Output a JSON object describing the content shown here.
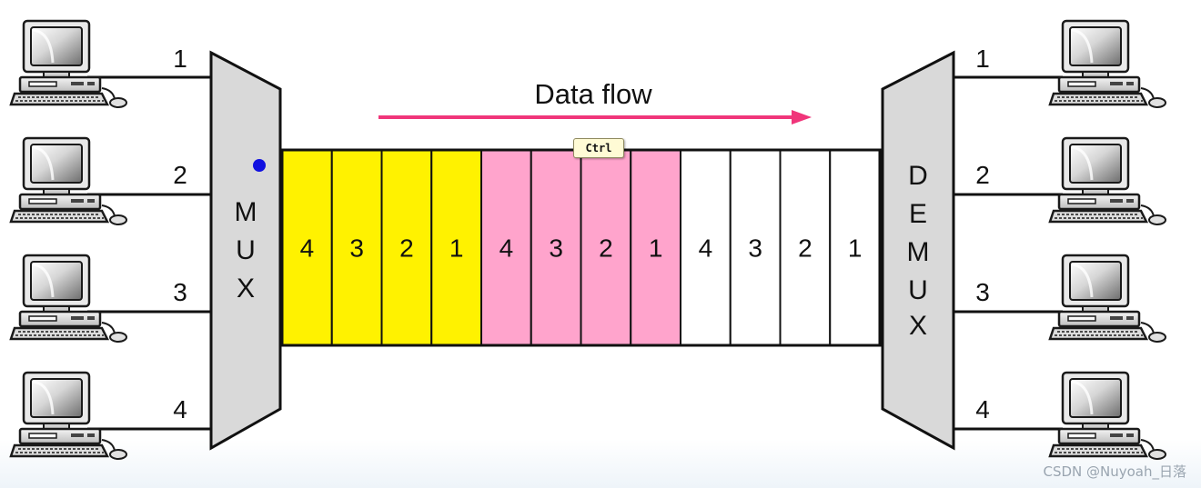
{
  "mux": {
    "letters": [
      "M",
      "U",
      "X"
    ]
  },
  "demux": {
    "letters": [
      "D",
      "E",
      "M",
      "U",
      "X"
    ]
  },
  "input_lines": [
    "1",
    "2",
    "3",
    "4"
  ],
  "output_lines": [
    "1",
    "2",
    "3",
    "4"
  ],
  "flow": {
    "label": "Data flow",
    "arrow_color": "#f0357a"
  },
  "frames": [
    {
      "color": "#fff200",
      "slots": [
        "4",
        "3",
        "2",
        "1"
      ]
    },
    {
      "color": "#ffa4cc",
      "slots": [
        "4",
        "3",
        "2",
        "1"
      ]
    },
    {
      "color": "#ffffff",
      "slots": [
        "4",
        "3",
        "2",
        "1"
      ]
    }
  ],
  "cursor_dot_color": "#1010e0",
  "tooltip": {
    "text": "Ctrl"
  },
  "watermark": {
    "text": "CSDN @Nuyoah_日落"
  }
}
